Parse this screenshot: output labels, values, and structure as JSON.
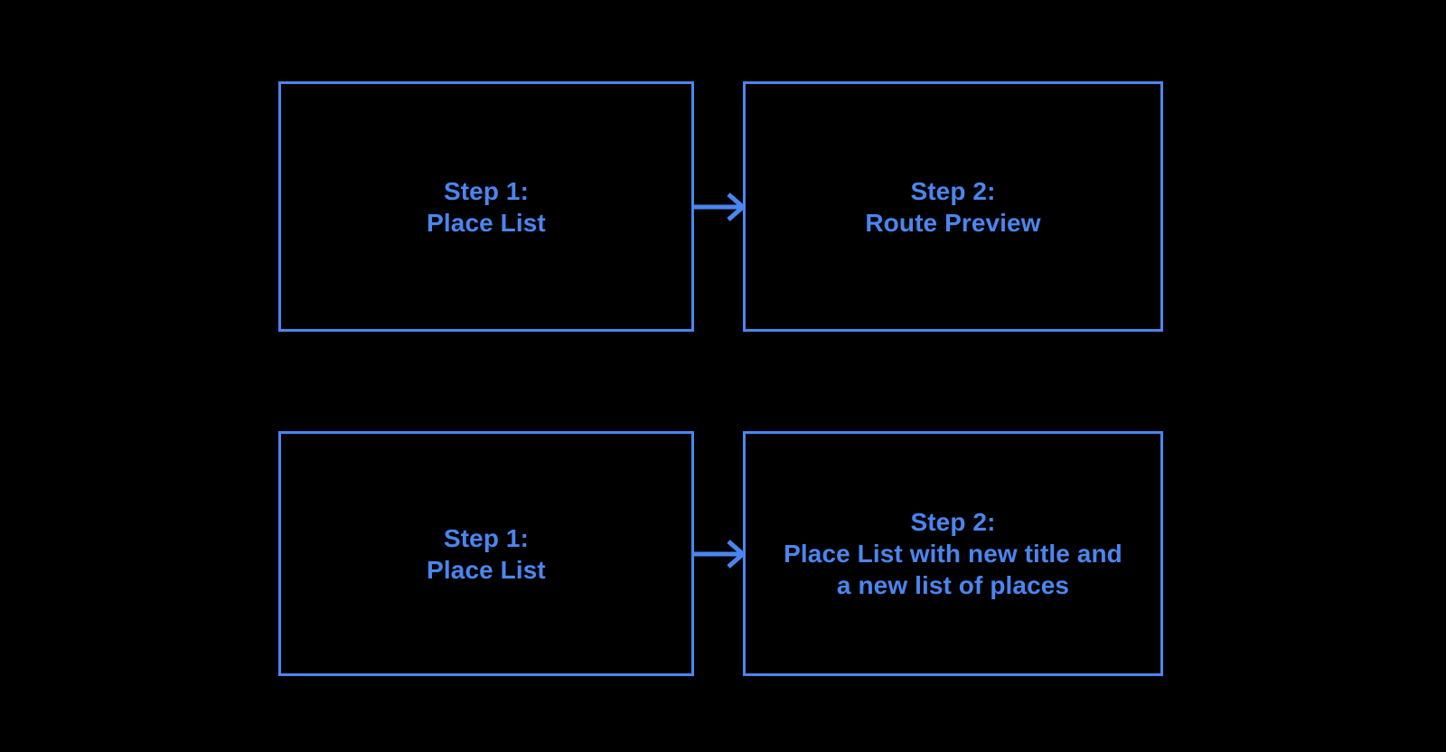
{
  "diagram": {
    "background_color": "#000000",
    "accent_color": "#4a86f0",
    "rows": [
      {
        "id": "row-top",
        "from": {
          "title": "Step 1:",
          "subtitle": "Place List",
          "full_label": "Step 1:\nPlace List"
        },
        "connector": {
          "type": "arrow-right",
          "direction": "left-to-right"
        },
        "to": {
          "title": "Step 2:",
          "subtitle": "Route Preview",
          "full_label": "Step 2:\nRoute Preview"
        }
      },
      {
        "id": "row-bottom",
        "from": {
          "title": "Step 1:",
          "subtitle": "Place List",
          "full_label": "Step 1:\nPlace List"
        },
        "connector": {
          "type": "arrow-right",
          "direction": "left-to-right"
        },
        "to": {
          "title": "Step 2:",
          "subtitle": "Place List with new title and a new list of places",
          "full_label": "Step 2:\nPlace List with new title and\na new list of places"
        }
      }
    ],
    "icons": {
      "arrow": "arrow-right-icon"
    }
  }
}
